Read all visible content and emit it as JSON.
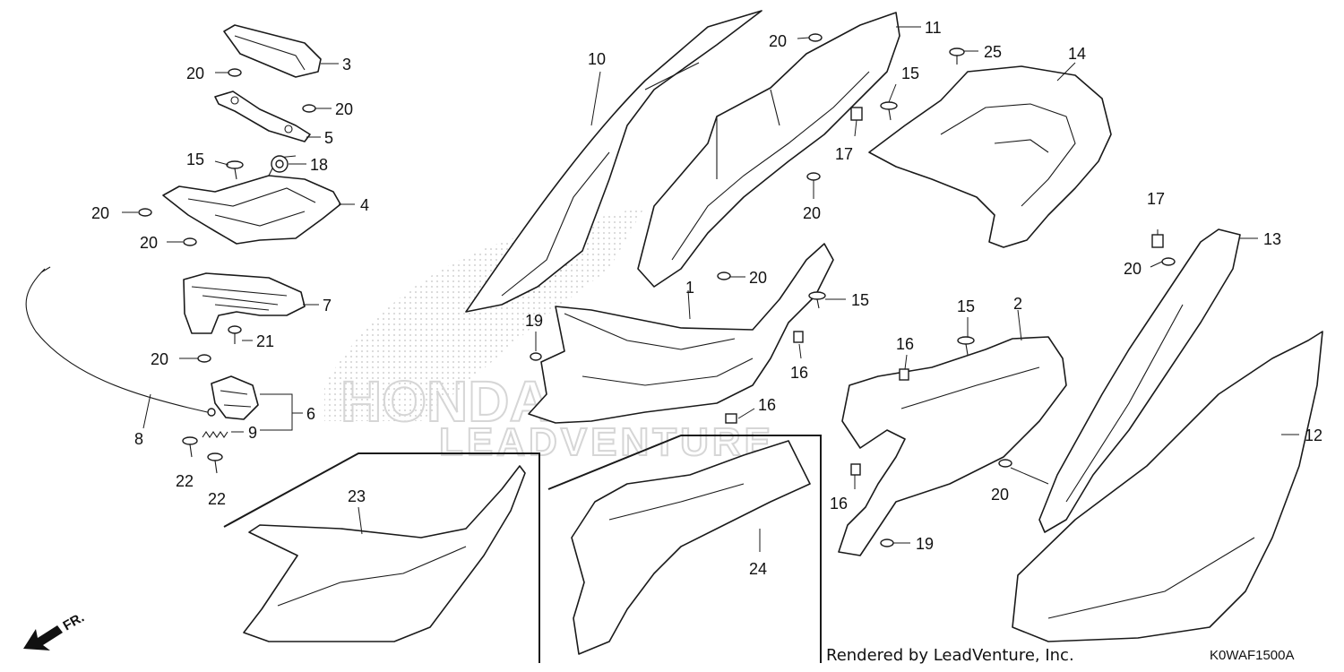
{
  "diagram": {
    "footer_credit": "Rendered by LeadVenture, Inc.",
    "diagram_code": "K0WAF1500A",
    "front_indicator": "FR.",
    "watermark": {
      "brand": "HONDA",
      "company": "LEADVENTURE"
    },
    "part_callouts": [
      "1",
      "2",
      "3",
      "4",
      "5",
      "6",
      "7",
      "8",
      "9",
      "10",
      "11",
      "12",
      "13",
      "14",
      "15",
      "16",
      "17",
      "18",
      "19",
      "20",
      "21",
      "22",
      "23",
      "24",
      "25"
    ],
    "colors": {
      "line": "#1a1a1a",
      "watermark": "#d6d6d6",
      "background": "#ffffff"
    }
  }
}
